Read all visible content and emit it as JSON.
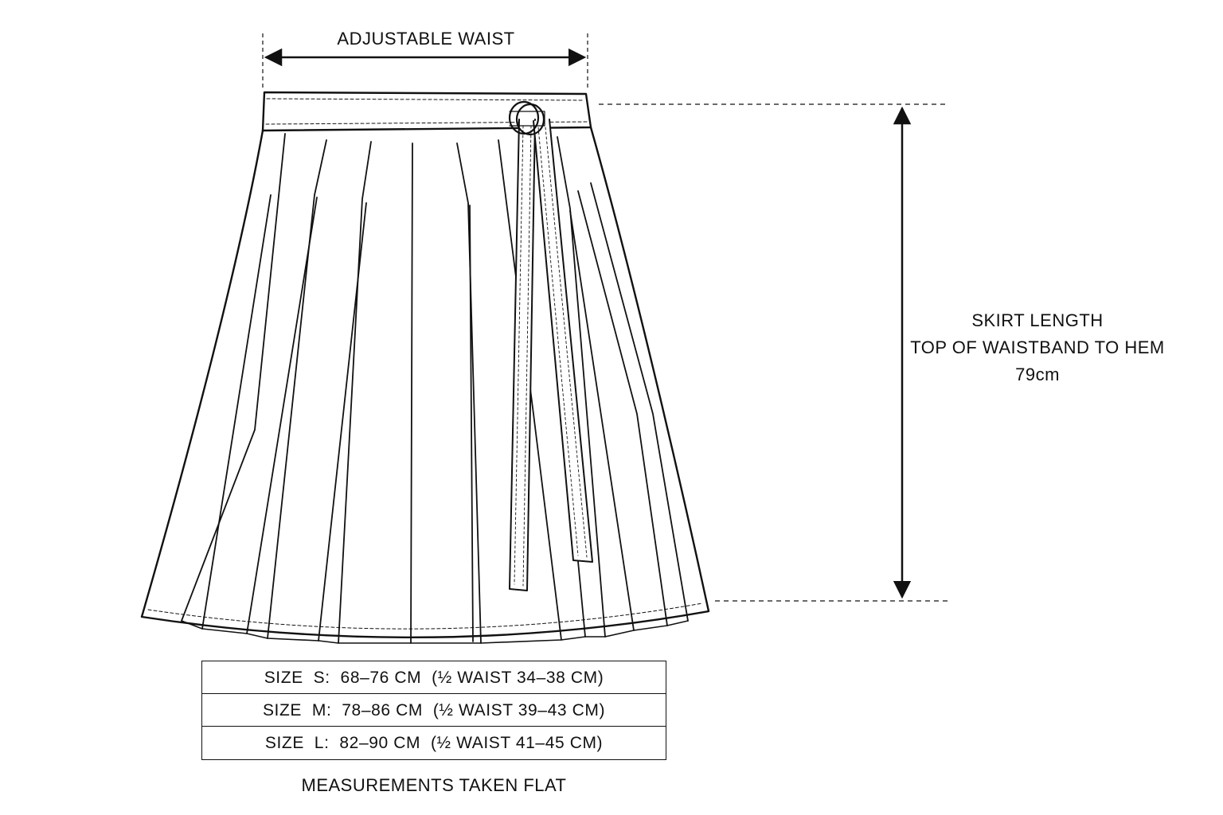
{
  "dimensions": {
    "waist_label": "ADJUSTABLE WAIST",
    "length_title": "SKIRT LENGTH",
    "length_subtitle": "TOP OF WAISTBAND TO HEM",
    "length_value": "79cm"
  },
  "size_table": {
    "rows": [
      "SIZE  S:  68–76 CM  (½ WAIST 34–38 CM)",
      "SIZE  M:  78–86 CM  (½ WAIST 39–43 CM)",
      "SIZE  L:  82–90 CM  (½ WAIST 41–45 CM)"
    ]
  },
  "footer_note": "MEASUREMENTS TAKEN FLAT",
  "colors": {
    "line": "#111111",
    "background": "#ffffff"
  }
}
